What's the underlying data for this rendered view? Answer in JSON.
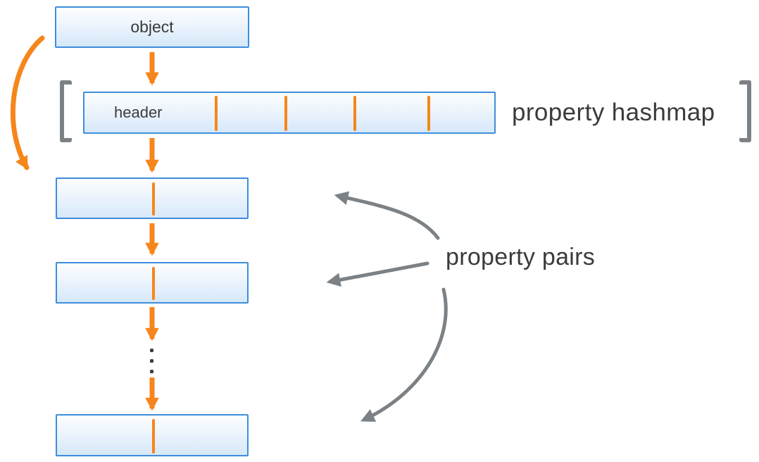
{
  "diagram": {
    "object_box": {
      "label": "object"
    },
    "hashmap": {
      "header_label": "header",
      "caption": "property hashmap",
      "slot_divider_count": 4
    },
    "property_pairs": {
      "caption": "property pairs",
      "visible_pair_count": 3,
      "continuation_symbol": "vertical-ellipsis"
    },
    "arrows": {
      "orange": [
        "object-to-hashmap",
        "object-to-first-pair-curved",
        "hashmap-to-first-pair",
        "pair1-to-pair2",
        "pair2-to-continuation",
        "continuation-to-last-pair"
      ],
      "gray_pointers": [
        "pairs-label-to-pair1",
        "pairs-label-to-pair2",
        "pairs-label-to-last-pair"
      ]
    },
    "colors": {
      "accent_orange": "#F6861B",
      "box_border_blue": "#3D8EDB",
      "box_fill_top": "#FDFEFF",
      "box_fill_bottom": "#D6E8FA",
      "pointer_gray": "#7C8185",
      "text_dark": "#3B3B3C"
    }
  }
}
